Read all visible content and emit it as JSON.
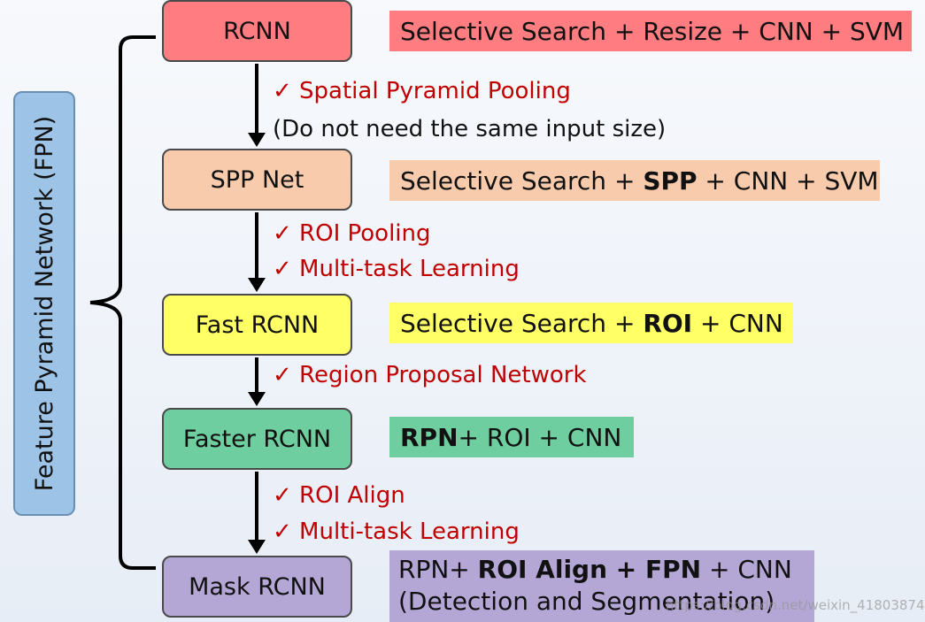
{
  "sidebar": {
    "label": "Feature Pyramid Network (FPN)"
  },
  "stages": [
    {
      "name": "RCNN"
    },
    {
      "name": "SPP Net"
    },
    {
      "name": "Fast RCNN"
    },
    {
      "name": "Faster RCNN"
    },
    {
      "name": "Mask RCNN"
    }
  ],
  "transitions": [
    {
      "notes": [
        "✓ Spatial Pyramid Pooling"
      ],
      "aside": "(Do not need the same input size)"
    },
    {
      "notes": [
        "✓ ROI Pooling",
        "✓ Multi-task Learning"
      ]
    },
    {
      "notes": [
        "✓ Region Proposal Network"
      ]
    },
    {
      "notes": [
        "✓ ROI Align",
        "✓ Multi-task Learning"
      ]
    }
  ],
  "descriptions": {
    "rcnn": {
      "text": "Selective Search + Resize + CNN + SVM"
    },
    "spp": {
      "pre": "Selective Search + ",
      "bold": "SPP",
      "post": " + CNN + SVM"
    },
    "fast": {
      "pre": "Selective Search + ",
      "bold": "ROI",
      "post": " + CNN"
    },
    "faster": {
      "bold": "RPN",
      "post": "+ ROI + CNN"
    },
    "mask": {
      "pre": "RPN+ ",
      "bold": "ROI Align + FPN",
      "post": " + CNN",
      "line2": "(Detection and Segmentation)"
    }
  },
  "watermark": "https://blog.csdn.net/weixin_41803874",
  "colors": {
    "rcnn": "#ff7c80",
    "spp": "#f8cbad",
    "fast": "#ffff66",
    "faster": "#6fce9f",
    "mask": "#b4a7d6",
    "fpn_bar": "#9dc3e6",
    "note_text": "#c00000"
  }
}
